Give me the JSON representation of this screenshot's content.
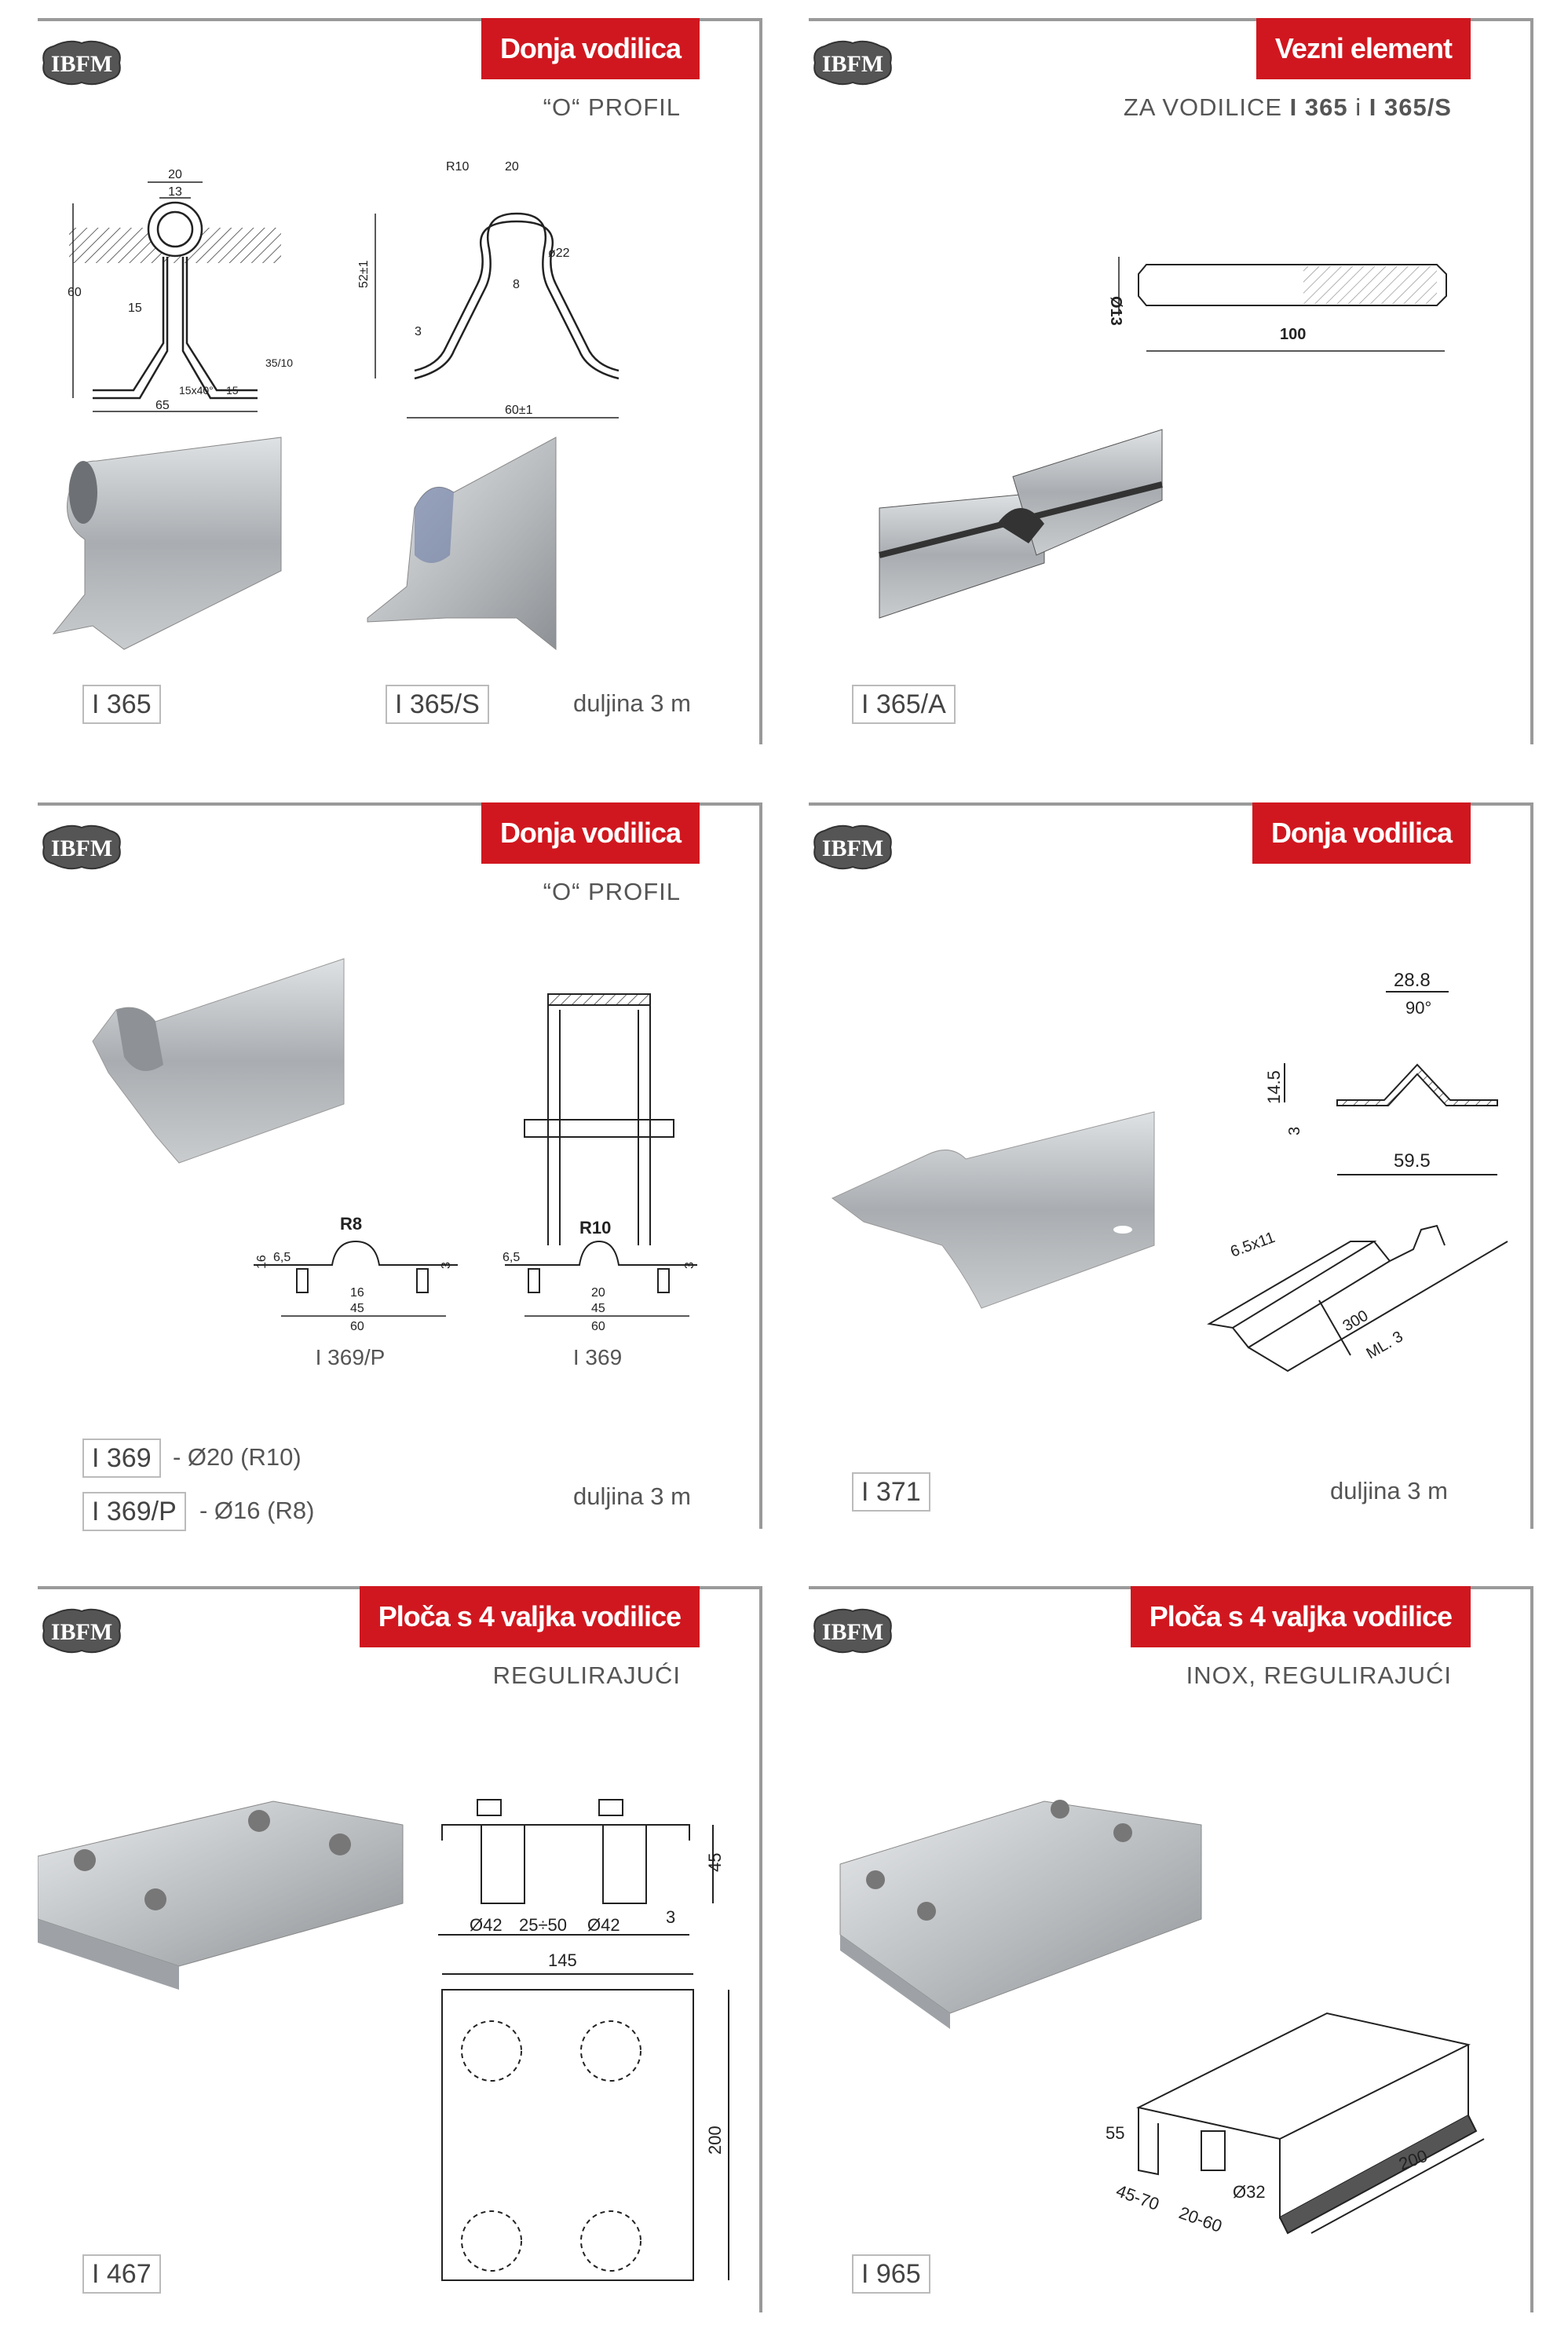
{
  "logo_text": "IBFM",
  "colors": {
    "badge": "#d0171f",
    "border": "#9a9a9a",
    "metal": "#b9bcbf"
  },
  "panels": [
    {
      "title": "Donja vodilica",
      "subtitle": "“O“ PROFIL",
      "codes": [
        "I 365",
        "I 365/S"
      ],
      "note": "duljina 3 m",
      "dims_a": [
        "20",
        "13",
        "60",
        "15",
        "35/10",
        "15x40°",
        "15",
        "65"
      ],
      "dims_b": [
        "R10",
        "20",
        "ø22",
        "52±1",
        "8",
        "3",
        "60±1"
      ]
    },
    {
      "title": "Vezni element",
      "subtitle_pre": "ZA VODILICE ",
      "subtitle_b1": "I 365",
      "subtitle_mid": " i ",
      "subtitle_b2": "I 365/S",
      "codes": [
        "I 365/A"
      ],
      "dims": [
        "Ø13",
        "100"
      ]
    },
    {
      "title": "Donja vodilica",
      "subtitle": "“O“ PROFIL",
      "codes": [
        "I 369",
        "I 369/P"
      ],
      "code_desc": [
        "- Ø20 (R10)",
        "- Ø16 (R8)"
      ],
      "note": "duljina 3 m",
      "drawing_labels": [
        "I 369/P",
        "I 369"
      ],
      "dims_p": [
        "R8",
        "16",
        "6,5",
        "16",
        "45",
        "60",
        "3"
      ],
      "dims": [
        "R10",
        "6,5",
        "20",
        "45",
        "60",
        "3"
      ]
    },
    {
      "title": "Donja vodilica",
      "codes": [
        "I 371"
      ],
      "note": "duljina 3 m",
      "dims": [
        "28.8",
        "90°",
        "14.5",
        "3",
        "59.5",
        "6.5x11",
        "300",
        "ML. 3"
      ]
    },
    {
      "title": "Ploča s 4 valjka vodilice",
      "subtitle": "REGULIRAJUĆI",
      "codes": [
        "I 467"
      ],
      "dims": [
        "Ø42",
        "25÷50",
        "Ø42",
        "45",
        "3",
        "145",
        "200"
      ]
    },
    {
      "title": "Ploča s 4 valjka vodilice",
      "subtitle": "INOX, REGULIRAJUĆI",
      "codes": [
        "I 965"
      ],
      "dims": [
        "55",
        "Ø32",
        "45-70",
        "20-60",
        "200"
      ]
    }
  ]
}
